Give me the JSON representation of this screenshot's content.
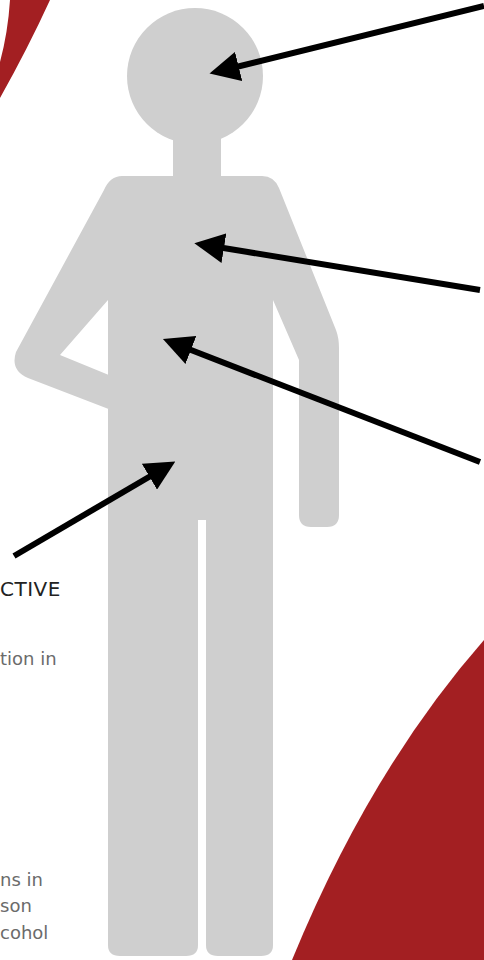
{
  "diagram": {
    "labels": [
      "CTIVE",
      "tion in",
      "ns in",
      "son",
      "cohol"
    ]
  }
}
